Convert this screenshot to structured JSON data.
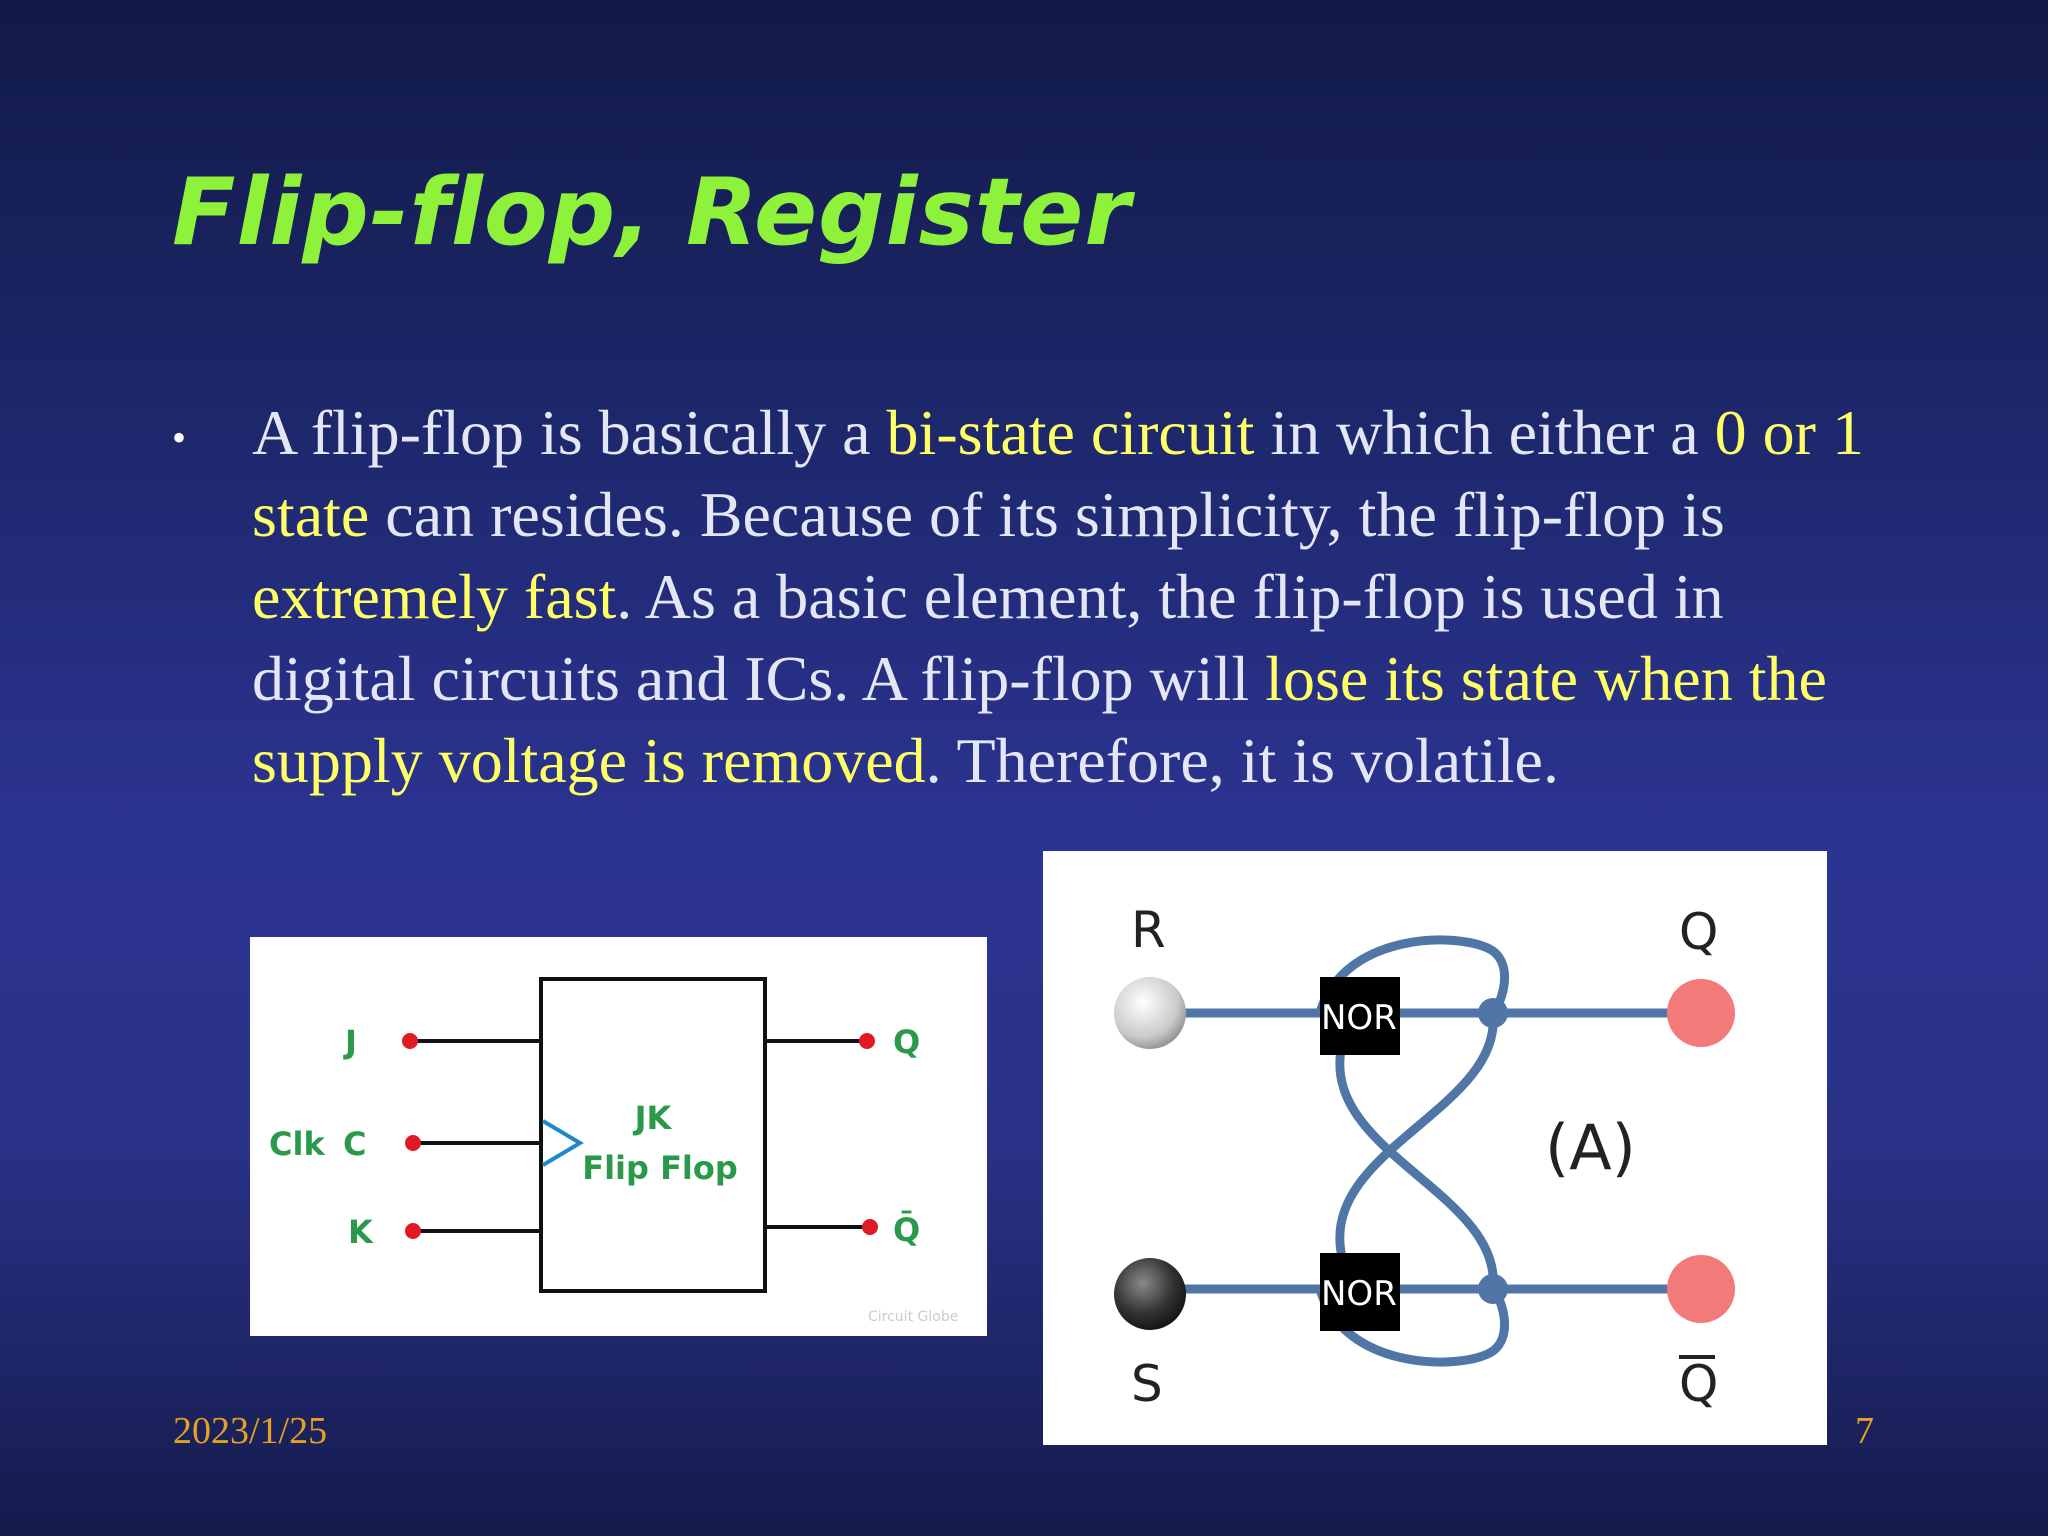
{
  "slide": {
    "title": "Flip-flop, Register",
    "bullet_symbol": "•",
    "bullet_segments": [
      {
        "text": "A flip-flop is basically a ",
        "highlight": false
      },
      {
        "text": "bi-state circuit",
        "highlight": true
      },
      {
        "text": " in which either a ",
        "highlight": false
      },
      {
        "text": "0 or 1 state",
        "highlight": true
      },
      {
        "text": " can resides. Because of its simplicity, the flip-flop is ",
        "highlight": false
      },
      {
        "text": "extremely fast",
        "highlight": true
      },
      {
        "text": ". As a basic element, the flip-flop is used in digital circuits and ICs. A flip-flop will ",
        "highlight": false
      },
      {
        "text": "lose its state when the supply voltage is removed",
        "highlight": true
      },
      {
        "text": ". Therefore, it is volatile.",
        "highlight": false
      }
    ],
    "footer": {
      "date": "2023/1/25",
      "page": "7"
    }
  },
  "figures": {
    "jk": {
      "inputs": {
        "j": "J",
        "clk": "Clk",
        "c": "C",
        "k": "K"
      },
      "outputs": {
        "q": "Q",
        "q_bar": "Q̄"
      },
      "block_line1": "JK",
      "block_line2": "Flip Flop",
      "watermark": "Circuit Globe"
    },
    "sr": {
      "inputs": {
        "r": "R",
        "s": "S"
      },
      "outputs": {
        "q": "Q",
        "q_bar": "Q"
      },
      "gate_top": "NOR",
      "gate_bottom": "NOR",
      "caption": "(A)"
    }
  },
  "colors": {
    "title": "#8ef23a",
    "highlight": "#ffff66",
    "body_text": "#e4e6f4",
    "footer": "#e4a020",
    "jk_label": "#2a9a4a",
    "pin_dot": "#e01b24",
    "sr_wire": "#4f76a6",
    "sr_output": "#f27a78"
  }
}
